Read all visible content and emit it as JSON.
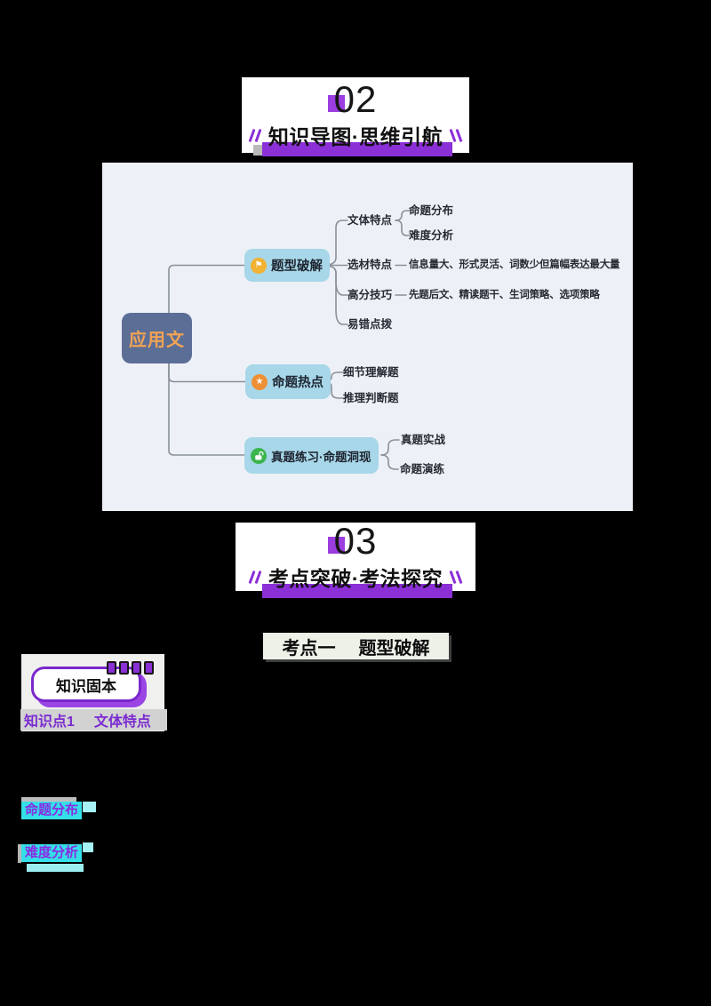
{
  "section_02": {
    "number": "02",
    "title": "知识导图·思维引航"
  },
  "section_03": {
    "number": "03",
    "title": "考点突破·考法探究"
  },
  "mindmap": {
    "root": "应用文",
    "branches": [
      {
        "label": "题型破解",
        "icon": "flag-icon",
        "children": [
          {
            "label": "文体特点",
            "children": [
              {
                "label": "命题分布"
              },
              {
                "label": "难度分析"
              }
            ]
          },
          {
            "label": "选材特点",
            "detail": "信息量大、形式灵活、词数少但篇幅表达最大量"
          },
          {
            "label": "高分技巧",
            "detail": "先题后文、精读题干、生词策略、选项策略"
          },
          {
            "label": "易错点拨"
          }
        ]
      },
      {
        "label": "命题热点",
        "icon": "star-icon",
        "children": [
          {
            "label": "细节理解题"
          },
          {
            "label": "推理判断题"
          }
        ]
      },
      {
        "label": "真题练习·命题洞现",
        "icon": "lock-icon",
        "children": [
          {
            "label": "真题实战"
          },
          {
            "label": "命题演练"
          }
        ]
      }
    ]
  },
  "kaodian_header": {
    "label": "考点一",
    "title": "题型破解"
  },
  "knowledge_badge": {
    "label": "知识固本"
  },
  "knowledge_point": {
    "label": "知识点1",
    "title": "文体特点"
  },
  "highlights": [
    {
      "label": "命题分布"
    },
    {
      "label": "难度分析"
    }
  ],
  "colors": {
    "page_bg": "#000000",
    "accent_purple": "#8b2fd6",
    "badge_purple": "#7a28cc",
    "highlight_cyan": "#35dfe8",
    "highlight_text_purple": "#8a2be2",
    "mindmap_bg": "#edf1f7",
    "root_node_bg": "#5b6e96",
    "root_node_text": "#f2a354",
    "branch_node_bg": "#a7d7e8",
    "flag_icon_bg": "#f2b233",
    "star_icon_bg": "#ef8f35",
    "lock_icon_bg": "#3cb44f",
    "kaodian_bar_bg": "#edf1e8"
  }
}
